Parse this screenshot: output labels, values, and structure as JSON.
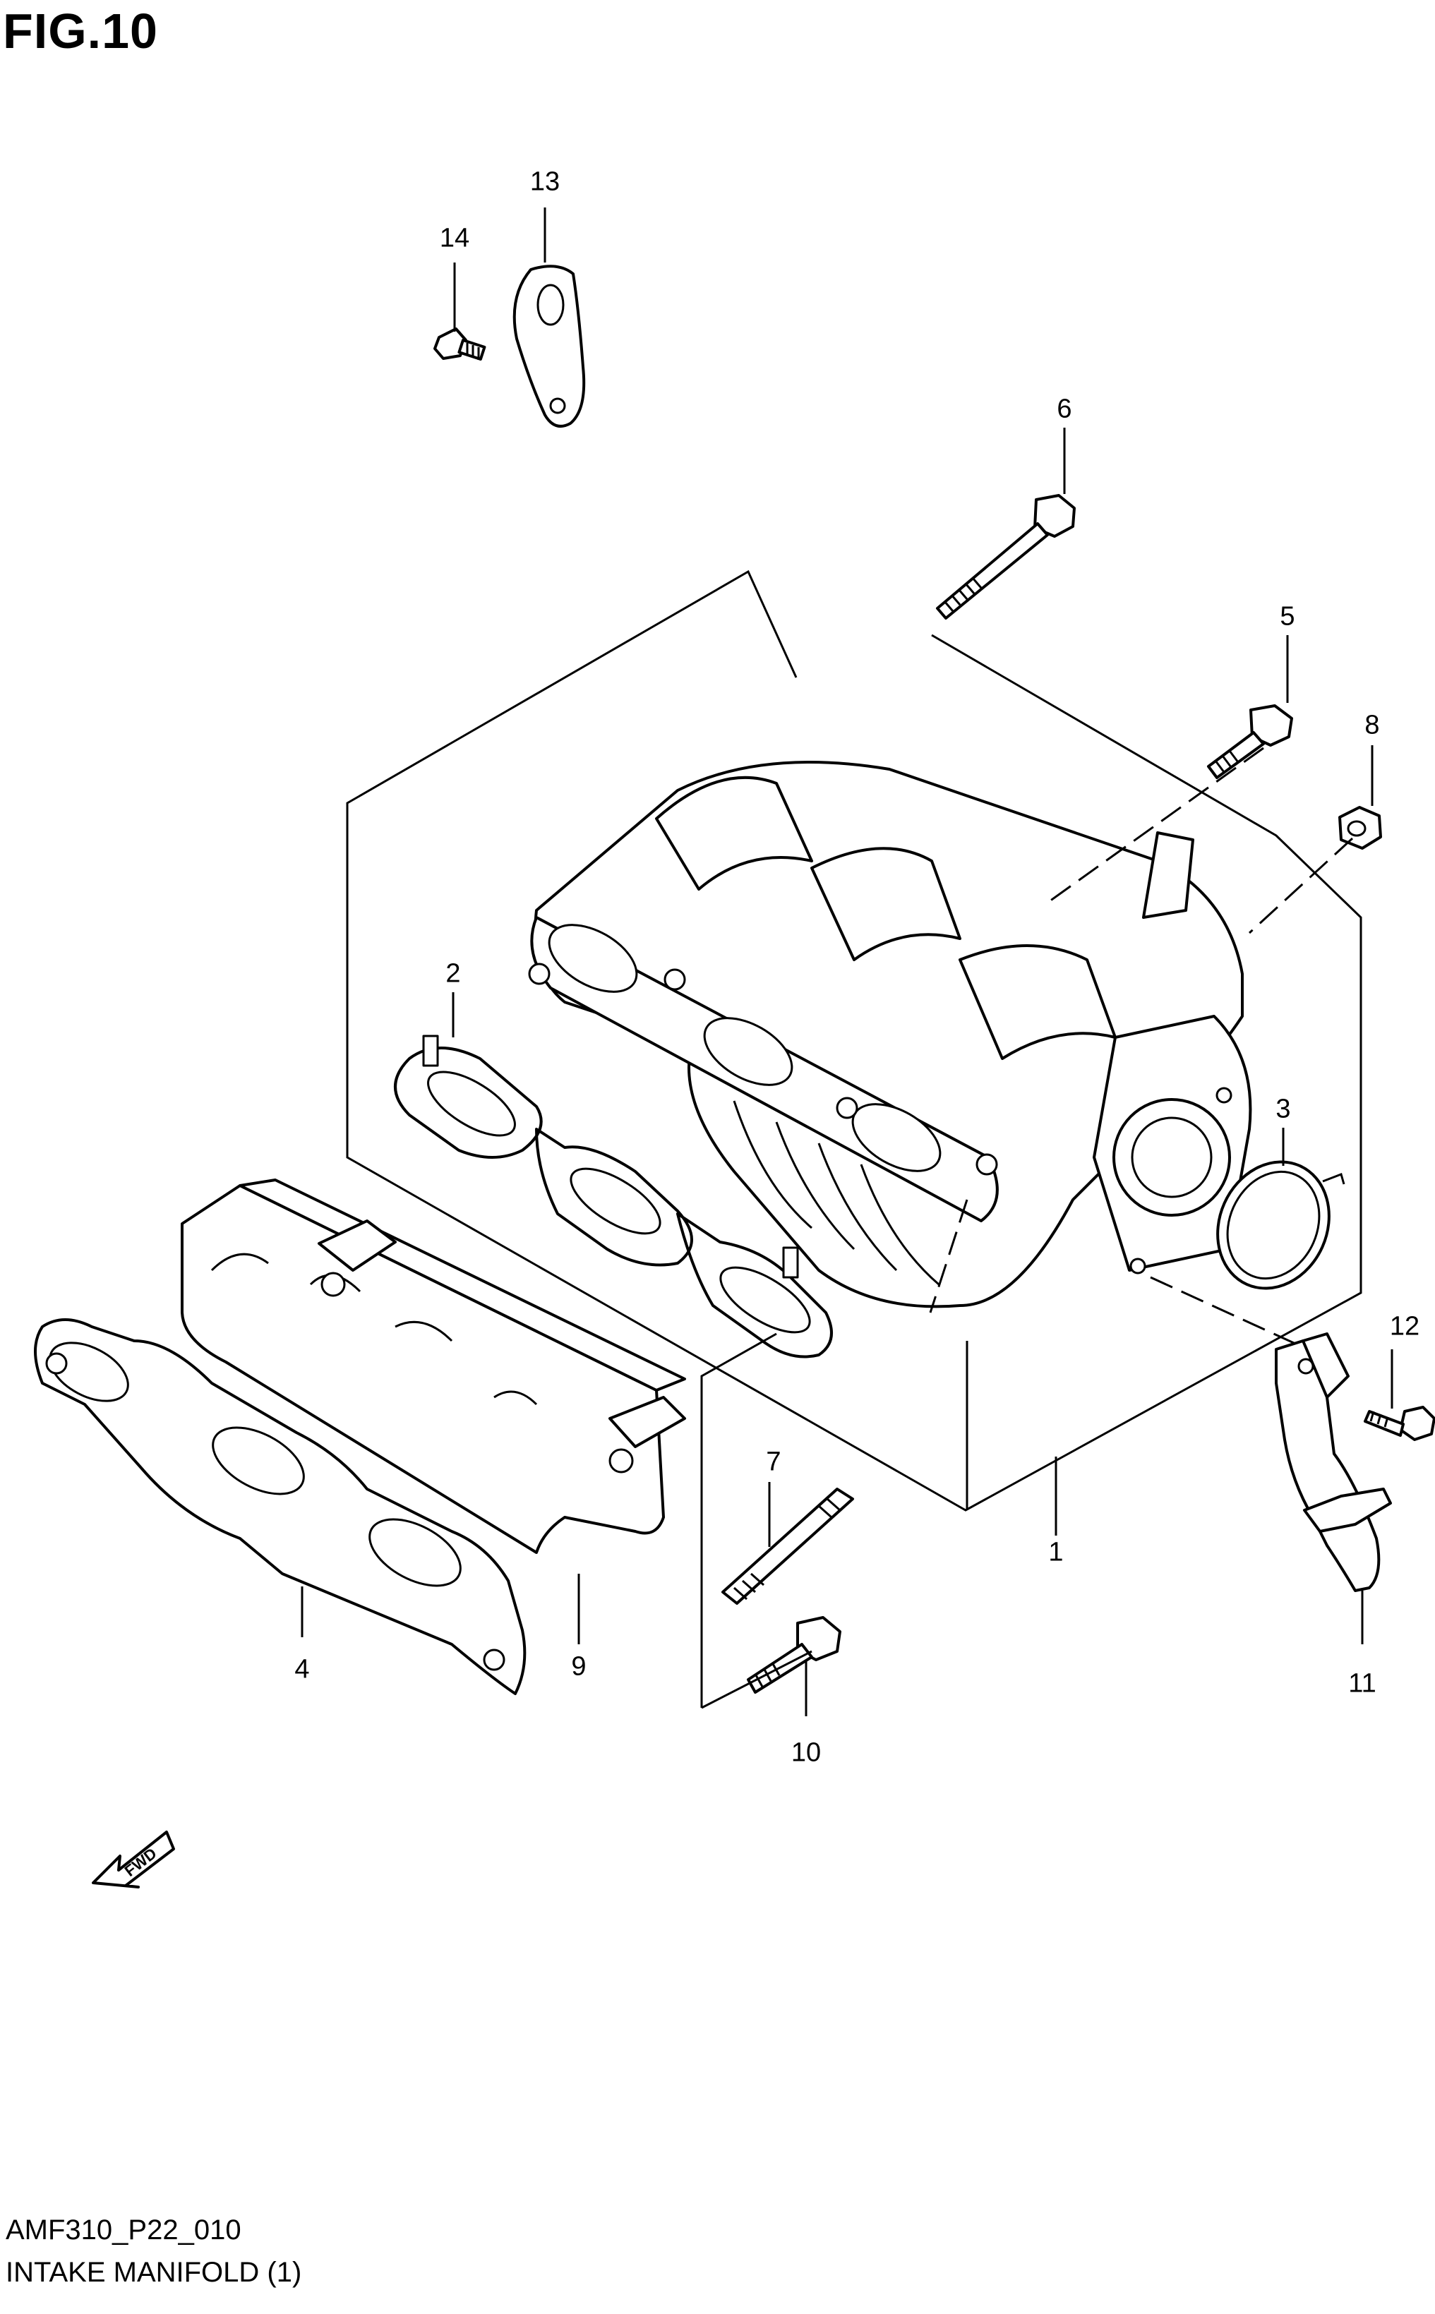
{
  "figure": {
    "title": "FIG.10",
    "code": "AMF310_P22_010",
    "caption": "INTAKE MANIFOLD (1)",
    "direction_label": "FWD"
  },
  "callouts": {
    "c1": "1",
    "c2": "2",
    "c3": "3",
    "c4": "4",
    "c5": "5",
    "c6": "6",
    "c7": "7",
    "c8": "8",
    "c9": "9",
    "c10": "10",
    "c11": "11",
    "c12": "12",
    "c13": "13",
    "c14": "14"
  },
  "colors": {
    "line": "#000000",
    "background": "#ffffff"
  }
}
